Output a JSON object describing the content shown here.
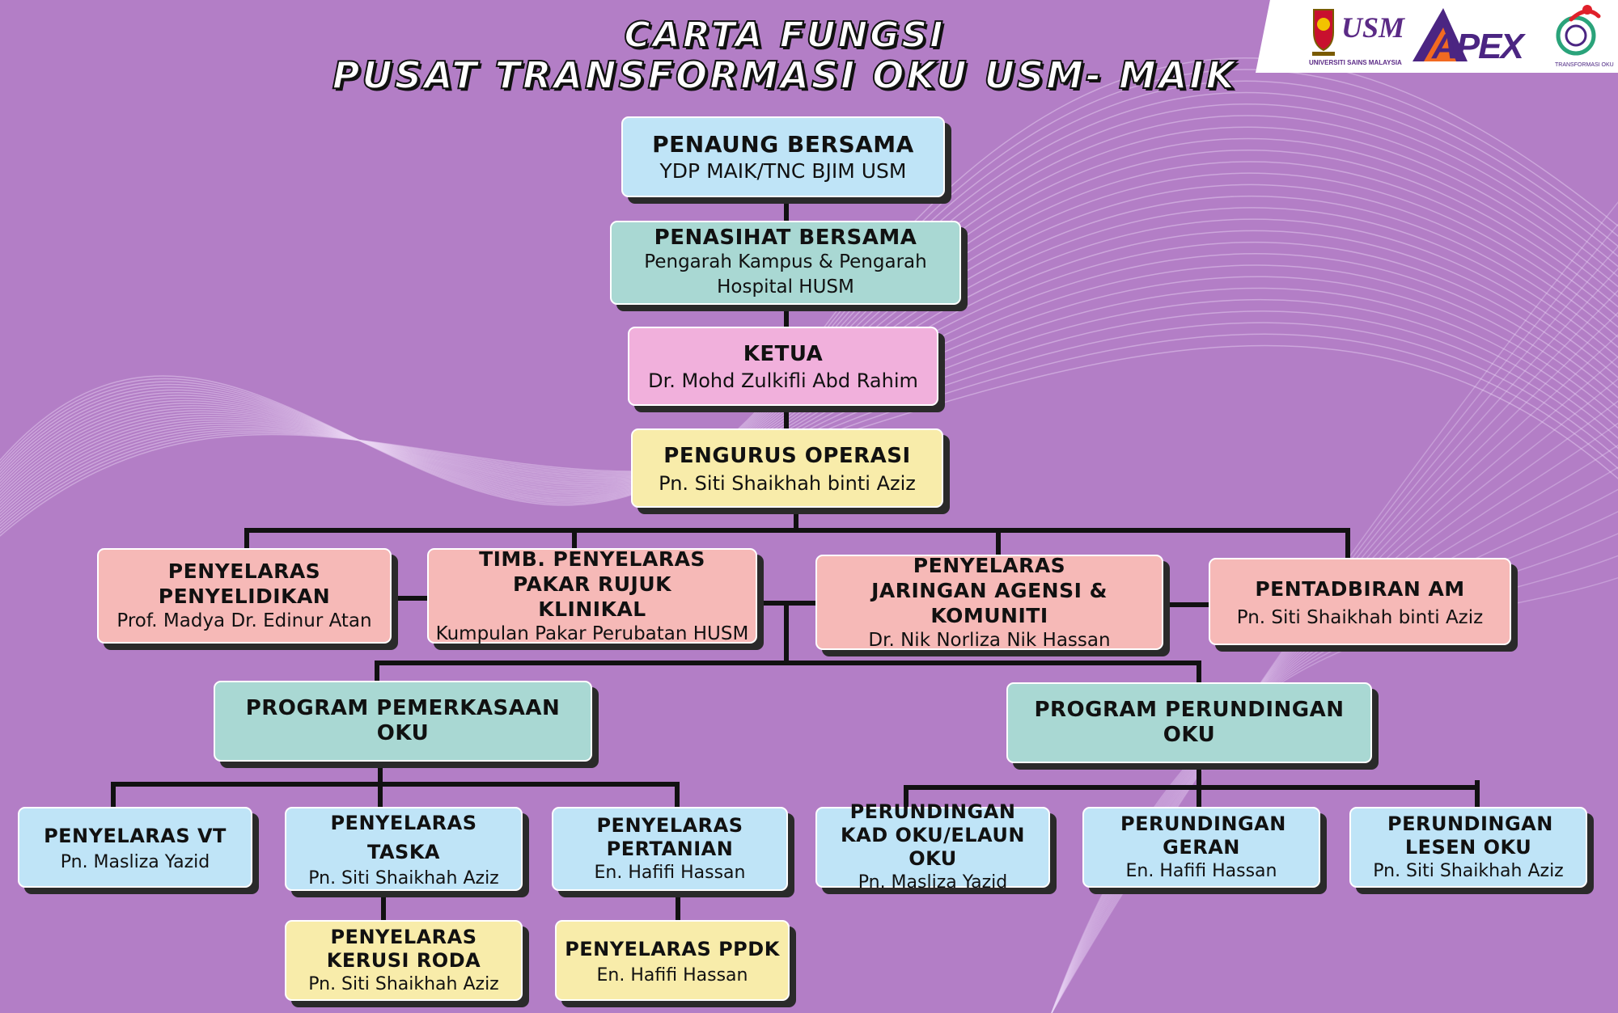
{
  "title": {
    "line1": "CARTA FUNGSI",
    "line2": "PUSAT TRANSFORMASI OKU USM- MAIK"
  },
  "logos": {
    "usm_text": "USM",
    "usm_subtitle": "UNIVERSITI SAINS MALAYSIA",
    "apex_text": "APEX",
    "oku_label": "TRANSFORMASI OKU",
    "colors": {
      "usm_purple": "#5b2a86",
      "apex_orange": "#f26a21",
      "apex_purple": "#4b2582"
    }
  },
  "colors": {
    "background": "#b37ec6",
    "connector": "#111111",
    "box_blue": "#bfe4f7",
    "box_teal": "#a9d8d3",
    "box_pink": "#f1b0dc",
    "box_yellow": "#f8ecaa",
    "box_salmon": "#f6b9b7"
  },
  "nodes": {
    "penaung": {
      "role": "PENAUNG BERSAMA",
      "name": "YDP MAIK/TNC BJIM USM"
    },
    "penasihat": {
      "role": "PENASIHAT BERSAMA",
      "name": "Pengarah Kampus & Pengarah Hospital HUSM"
    },
    "ketua": {
      "role": "KETUA",
      "name": "Dr. Mohd Zulkifli Abd Rahim"
    },
    "pengurus": {
      "role": "PENGURUS OPERASI",
      "name": "Pn. Siti Shaikhah binti Aziz"
    },
    "penyelidikan": {
      "role": "PENYELARAS PENYELIDIKAN",
      "name": "Prof. Madya Dr. Edinur Atan"
    },
    "klinikal": {
      "role": "TIMB. PENYELARAS PAKAR RUJUK KLINIKAL",
      "name": "Kumpulan Pakar Perubatan HUSM"
    },
    "jaringan": {
      "role": "PENYELARAS JARINGAN AGENSI & KOMUNITI",
      "name": "Dr. Nik Norliza Nik Hassan"
    },
    "pentadbiran": {
      "role": "PENTADBIRAN AM",
      "name": "Pn. Siti Shaikhah binti Aziz"
    },
    "pemerkasaan": {
      "role": "PROGRAM PEMERKASAAN OKU"
    },
    "perundingan": {
      "role": "PROGRAM PERUNDINGAN OKU"
    },
    "vt": {
      "role": "PENYELARAS VT",
      "name": "Pn. Masliza Yazid"
    },
    "taska": {
      "role": "PENYELARAS TASKA",
      "name": "Pn. Siti Shaikhah Aziz"
    },
    "pertanian": {
      "role": "PENYELARAS PERTANIAN",
      "name": "En. Hafifi Hassan"
    },
    "kad": {
      "role": "PERUNDINGAN KAD OKU/ELAUN OKU",
      "name": "Pn. Masliza Yazid"
    },
    "geran": {
      "role": "PERUNDINGAN GERAN",
      "name": "En. Hafifi Hassan"
    },
    "lesen": {
      "role": "PERUNDINGAN LESEN OKU",
      "name": "Pn. Siti Shaikhah Aziz"
    },
    "kerusi": {
      "role": "PENYELARAS KERUSI RODA",
      "name": "Pn. Siti Shaikhah Aziz"
    },
    "ppdk": {
      "role": "PENYELARAS PPDK",
      "name": "En. Hafifi Hassan"
    }
  }
}
